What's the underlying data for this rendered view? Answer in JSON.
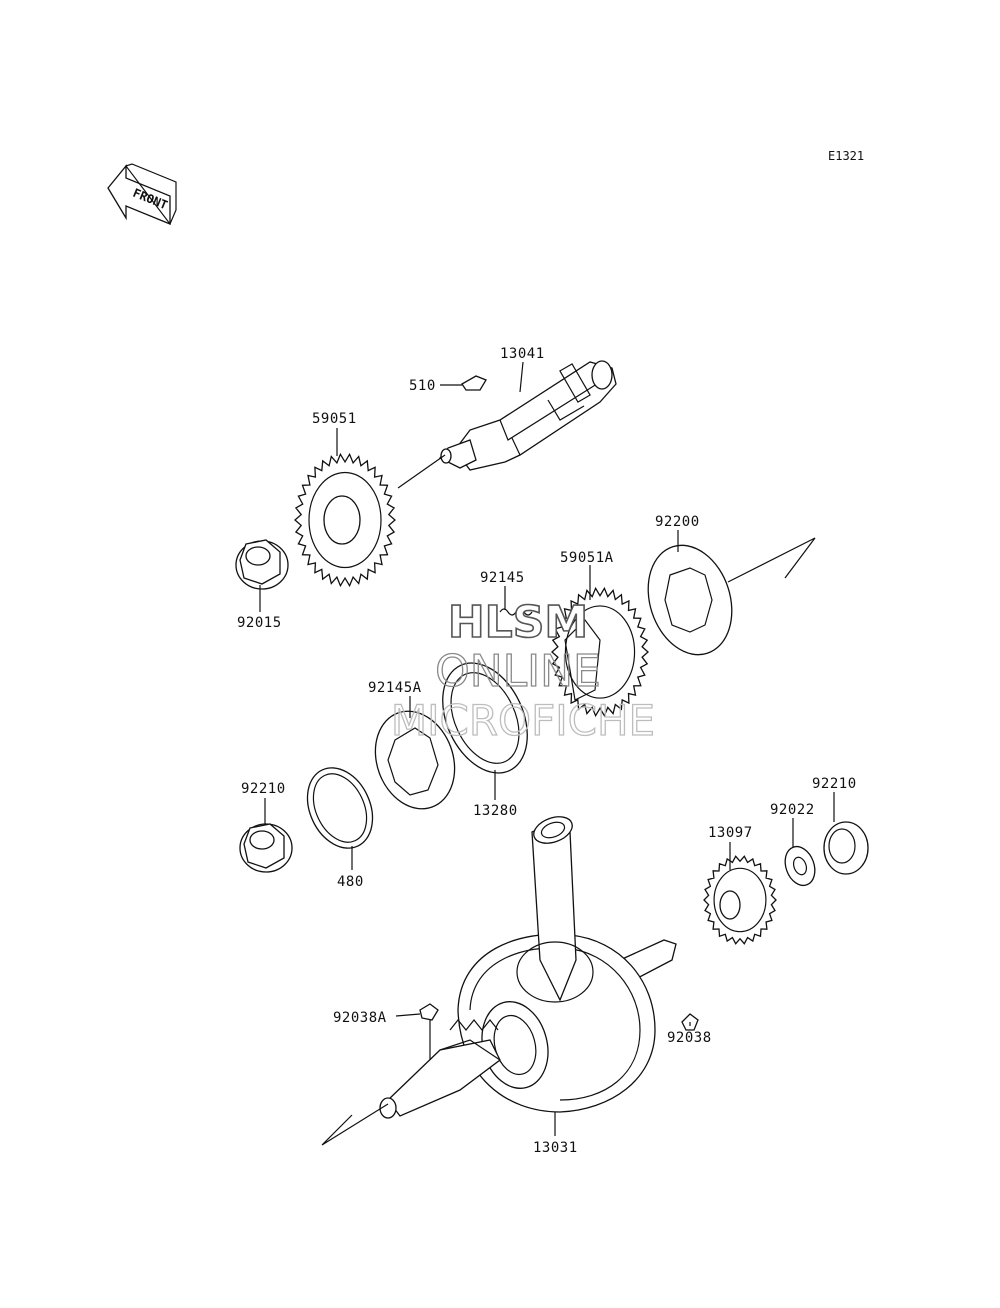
{
  "diagram": {
    "code": "E1321",
    "front_label": "FRONT",
    "parts": {
      "p13041": "13041",
      "p510": "510",
      "p59051": "59051",
      "p92015": "92015",
      "p92200": "92200",
      "p59051A": "59051A",
      "p92145": "92145",
      "p92145A": "92145A",
      "p13280": "13280",
      "p92210_left": "92210",
      "p480": "480",
      "p92210_right": "92210",
      "p92022": "92022",
      "p13097": "13097",
      "p92038A": "92038A",
      "p92038": "92038",
      "p13031": "13031"
    }
  },
  "watermark": {
    "line1": "HLSM",
    "line2": "ONLINE",
    "line3": "MICROFICHE"
  }
}
